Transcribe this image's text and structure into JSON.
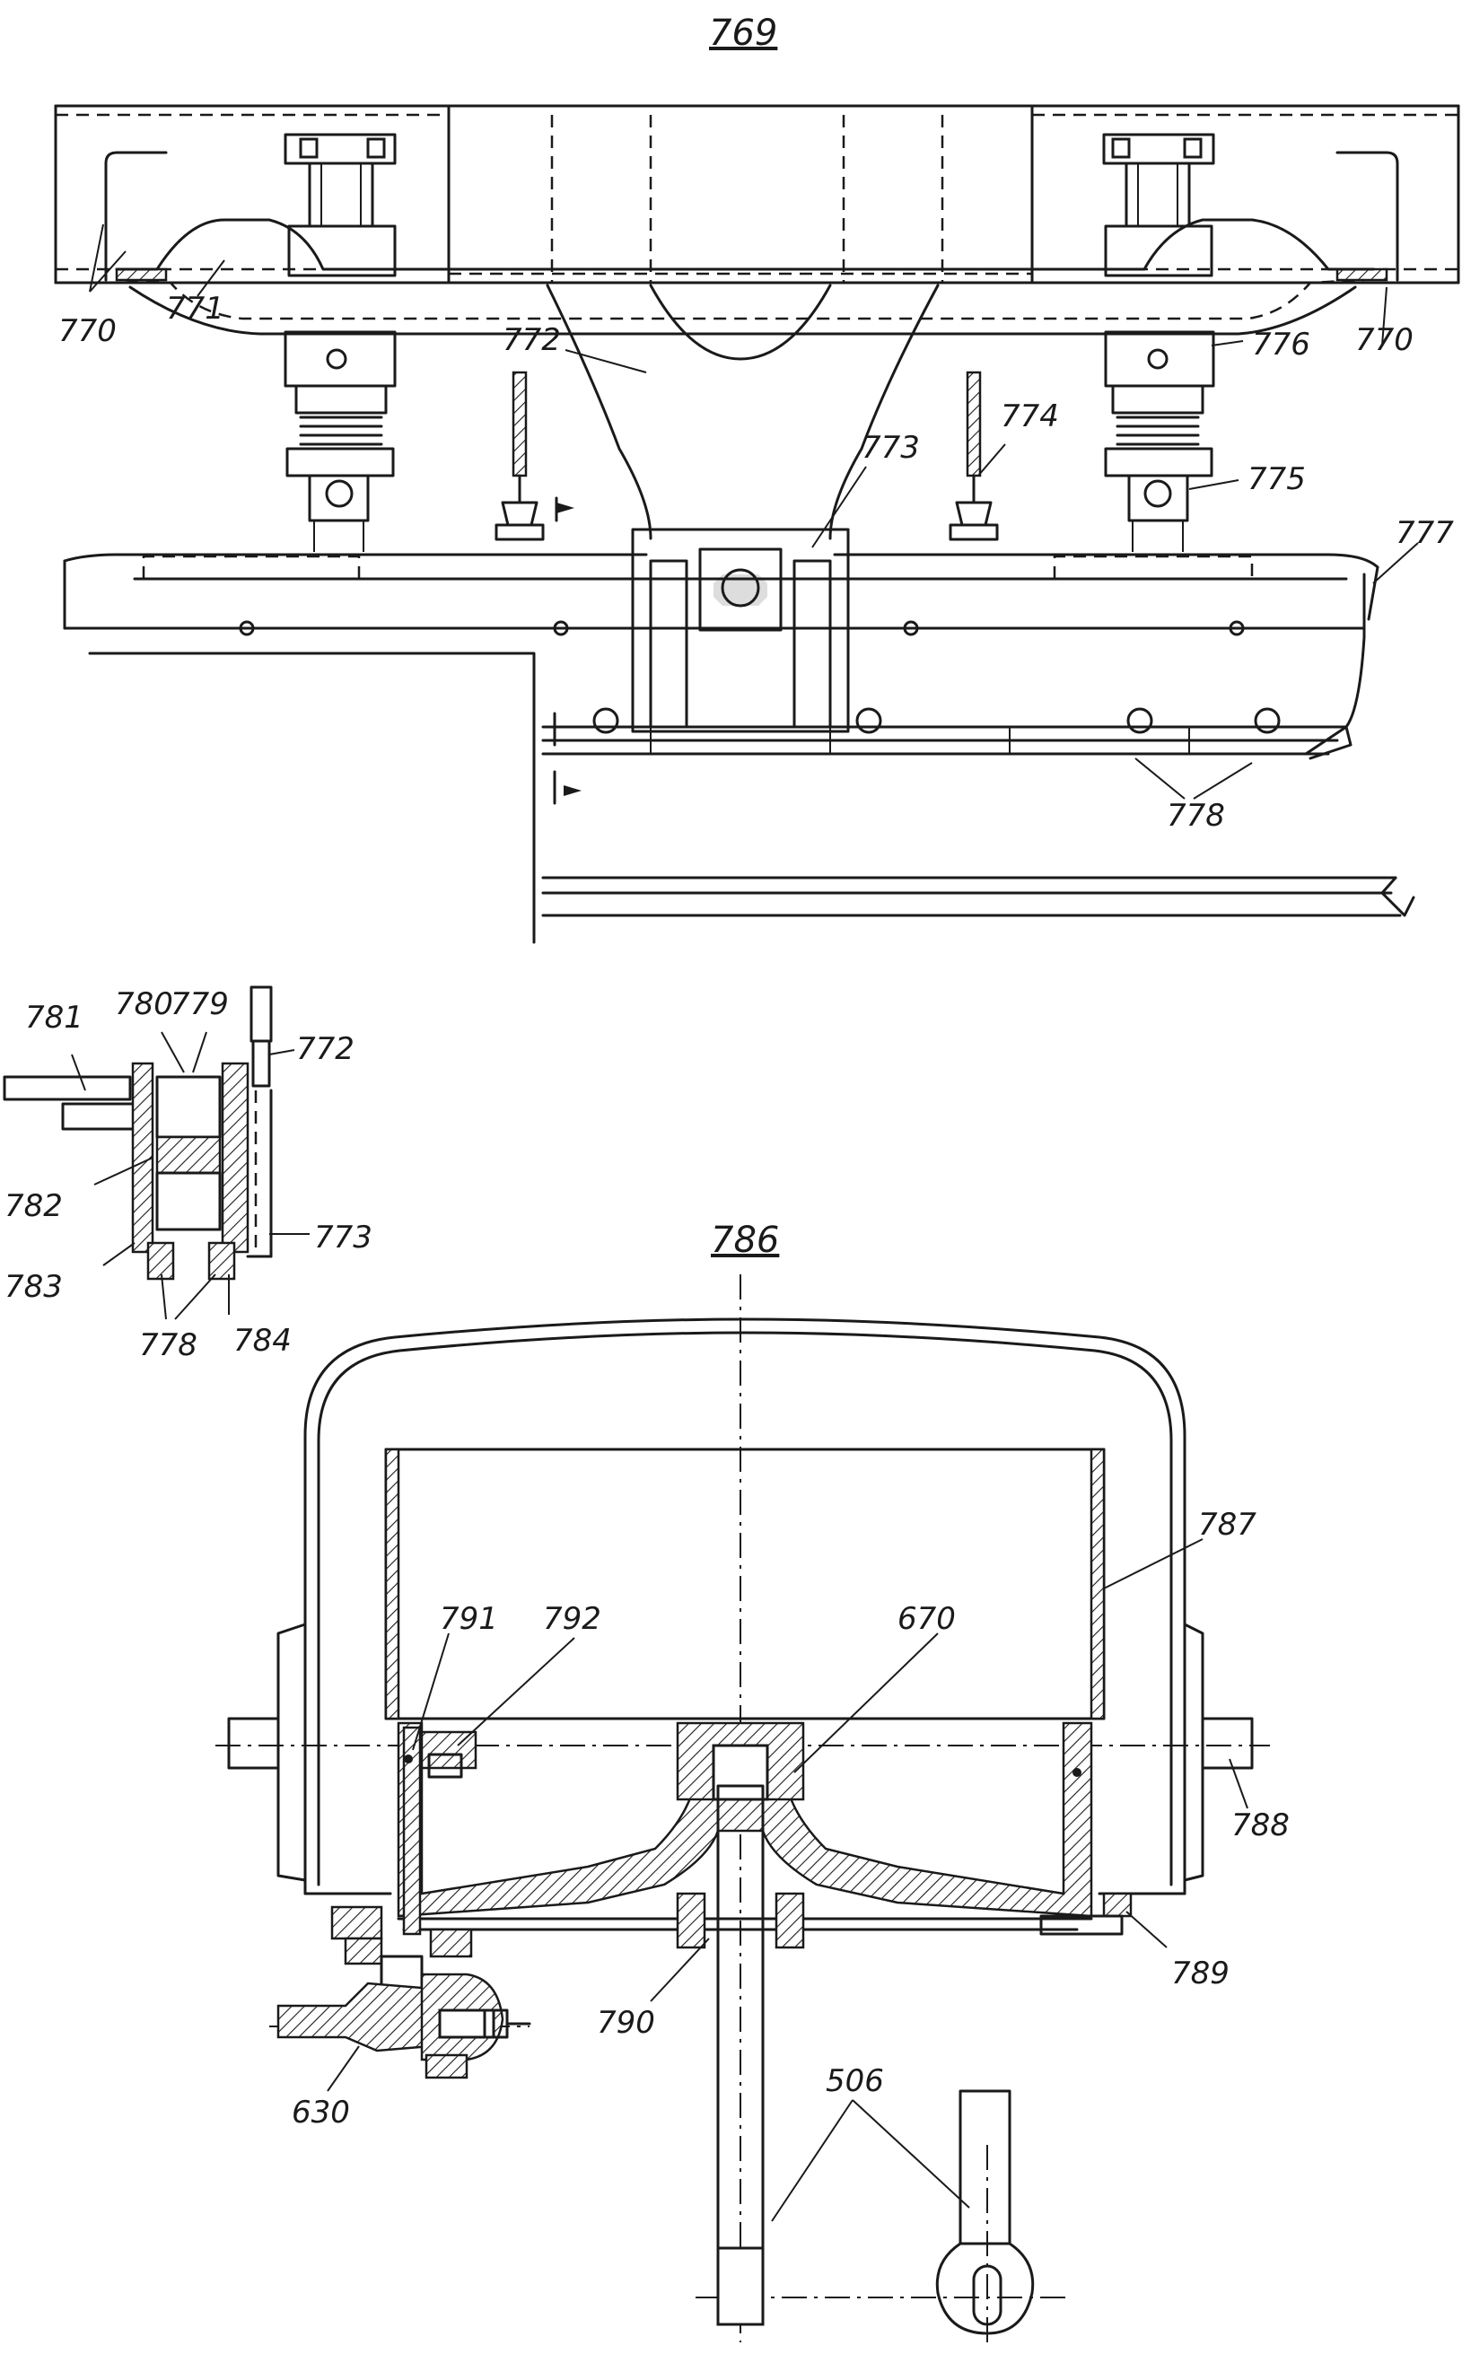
{
  "figures": {
    "top": "769",
    "bottom": "786"
  },
  "labels": {
    "l770a": "770",
    "l770b": "770",
    "l771": "771",
    "l772": "772",
    "l773": "773",
    "l774": "774",
    "l775": "775",
    "l776": "776",
    "l777": "777",
    "l778": "778",
    "d781": "781",
    "d780": "780",
    "d779": "779",
    "d772": "772",
    "d782": "782",
    "d773": "773",
    "d783": "783",
    "d778": "778",
    "d784": "784",
    "l787": "787",
    "l791": "791",
    "l792": "792",
    "l670": "670",
    "l788": "788",
    "l789": "789",
    "l790": "790",
    "l630": "630",
    "l506": "506"
  },
  "colors": {
    "ink": "#1a1a1a",
    "paper": "#ffffff"
  }
}
